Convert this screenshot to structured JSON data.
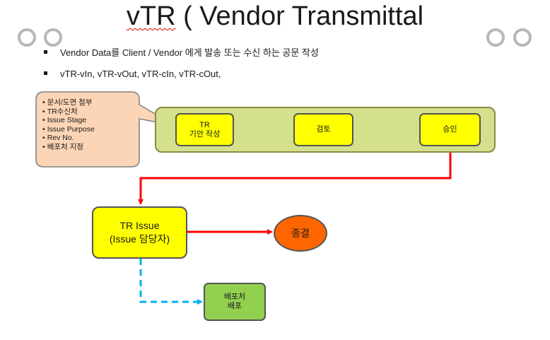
{
  "title": {
    "vtr": "vTR",
    "rest": " ( Vendor Transmittal"
  },
  "bullets": [
    "Vendor Data를 Client  / Vendor 에게 발송 또는 수신 하는 공문 작성",
    "vTR-vIn, vTR-vOut, vTR-cIn, vTR-cOut,"
  ],
  "callout": {
    "items": [
      "문서/도면 첨부",
      "TR수신처",
      "Issue Stage",
      "Issue Purpose",
      "Rev No.",
      "배포처 지정"
    ]
  },
  "flow": {
    "draft": {
      "line1": "TR",
      "line2": "기안 작성"
    },
    "review": "검토",
    "approve": "승인",
    "tr_issue": {
      "line1": "TR Issue",
      "line2": "(Issue 담당자)"
    },
    "end": "종결",
    "distribute": {
      "line1": "배포처",
      "line2": "배포"
    }
  },
  "colors": {
    "arrow_main": "#ff0000",
    "arrow_dashed": "#00b0f0",
    "group_fill": "#d5e08c",
    "node_yellow": "#ffff00",
    "node_orange": "#ff6600",
    "node_green": "#92d050",
    "callout_fill": "#fbd5b5"
  }
}
